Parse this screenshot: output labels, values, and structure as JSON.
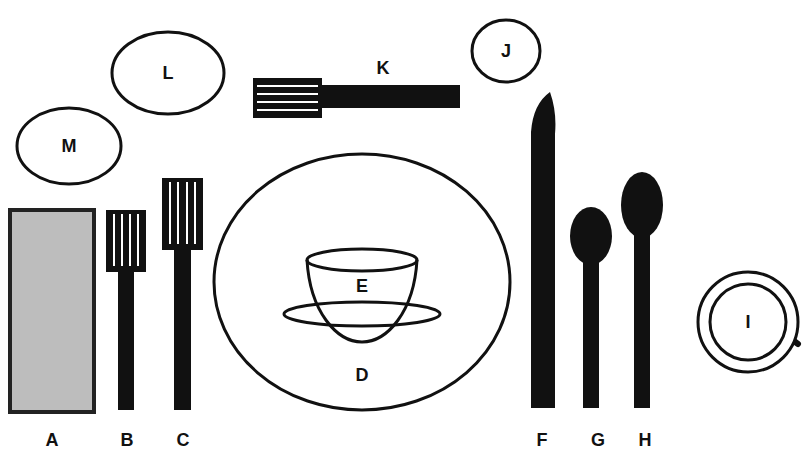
{
  "diagram": {
    "nodes": [
      {
        "text": [
          "L"
        ]
      },
      {
        "text": [
          "J"
        ]
      },
      {
        "text": [
          "M"
        ]
      },
      {
        "text": [
          "D"
        ]
      },
      {
        "text": [
          "E"
        ],
        "in": 3
      },
      {
        "text": [
          "I"
        ]
      }
    ],
    "labels": [
      "K",
      "A",
      "B",
      "C",
      "F",
      "G",
      "H"
    ]
  }
}
